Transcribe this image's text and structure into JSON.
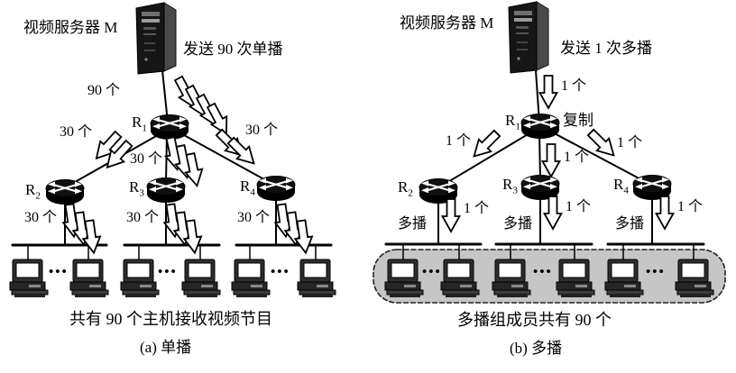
{
  "panel_a": {
    "server_label": "视频服务器 M",
    "send_label": "发送 90 次单播",
    "trunk_count": "90 个",
    "routers": [
      {
        "base": "R",
        "sub": "1"
      },
      {
        "base": "R",
        "sub": "2"
      },
      {
        "base": "R",
        "sub": "3"
      },
      {
        "base": "R",
        "sub": "4"
      }
    ],
    "branch_count_left": "30 个",
    "branch_count_mid": "30 个",
    "branch_count_right": "30 个",
    "leaf_count_left": "30 个",
    "leaf_count_mid": "30 个",
    "leaf_count_right": "30 个",
    "ellipsis": "•••",
    "caption": "共有 90 个主机接收视频节目",
    "figure_label": "(a) 单播"
  },
  "panel_b": {
    "server_label": "视频服务器 M",
    "send_label": "发送 1 次多播",
    "trunk_count": "1 个",
    "replicate_label": "复制",
    "routers": [
      {
        "base": "R",
        "sub": "1"
      },
      {
        "base": "R",
        "sub": "2"
      },
      {
        "base": "R",
        "sub": "3"
      },
      {
        "base": "R",
        "sub": "4"
      }
    ],
    "branch_count_left": "1 个",
    "branch_count_mid": "1 个",
    "branch_count_right": "1 个",
    "leaf_count_left": "1 个",
    "leaf_count_mid": "1 个",
    "leaf_count_right": "1 个",
    "multicast_label_left": "多播",
    "multicast_label_mid": "多播",
    "multicast_label_right": "多播",
    "ellipsis": "•••",
    "caption": "多播组成员共有 90 个",
    "figure_label": "(b) 多播"
  },
  "icons": {
    "server": "server-tower-icon",
    "router": "router-icon",
    "host": "desktop-computer-icon",
    "packet_arrow": "packet-arrow-icon",
    "multicast_region": "multicast-group-region"
  },
  "colors": {
    "background": "#ffffff",
    "ink": "#000000",
    "multicast_group_fill": "#c6c6c6"
  }
}
